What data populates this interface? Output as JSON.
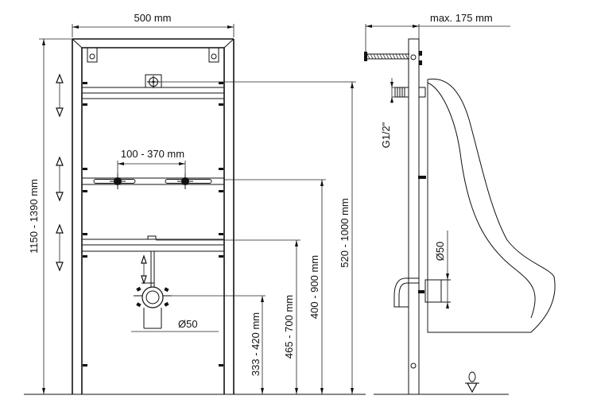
{
  "front_view": {
    "width_label": "500 mm",
    "height_range_label": "1150 - 1390 mm",
    "tap_spacing_label": "100 - 370 mm",
    "drain_diameter_label": "Ø50",
    "drain_height_label": "333 - 420 mm",
    "crossbar_height_label": "465 - 700 mm",
    "tap_height_label": "400 - 900 mm",
    "inlet_height_label": "520 - 1000 mm"
  },
  "side_view": {
    "depth_label": "max. 175 mm",
    "thread_label": "G1/2\"",
    "outlet_diameter_label": "Ø50"
  },
  "colors": {
    "line": "#111111",
    "background": "#ffffff"
  }
}
